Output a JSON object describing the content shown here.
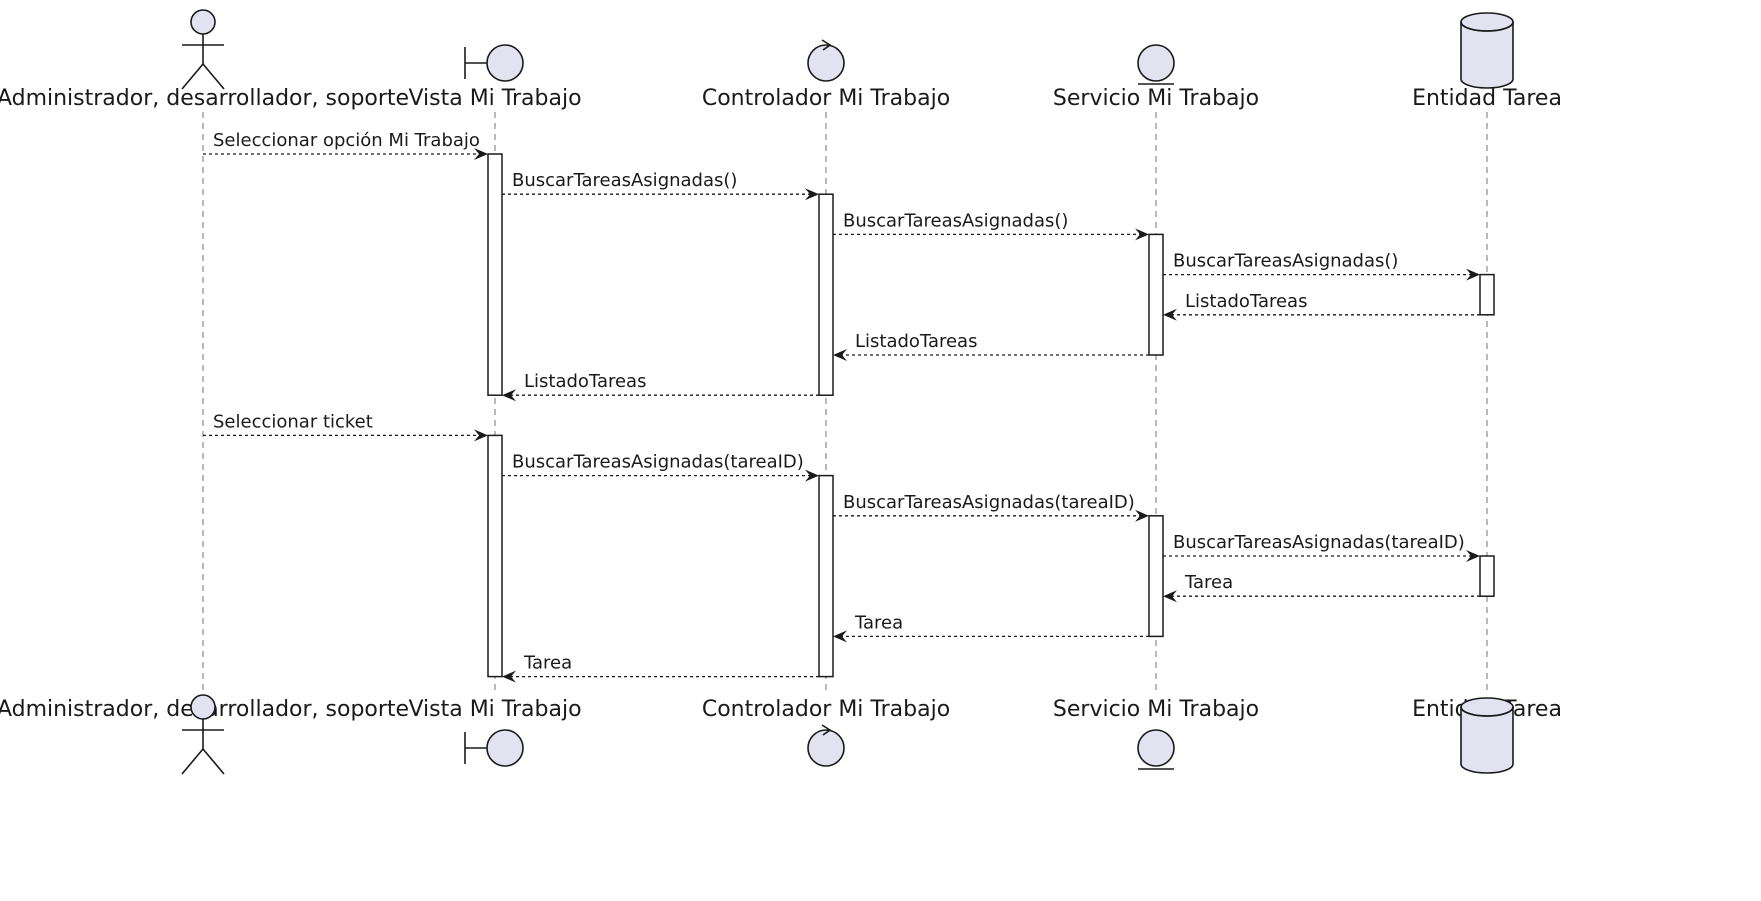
{
  "participants": [
    {
      "id": "actor",
      "label": "Administrador, desarrollador, soporte",
      "kind": "actor"
    },
    {
      "id": "vista",
      "label": "Vista Mi Trabajo",
      "kind": "boundary"
    },
    {
      "id": "controlador",
      "label": "Controlador Mi Trabajo",
      "kind": "control"
    },
    {
      "id": "servicio",
      "label": "Servicio Mi Trabajo",
      "kind": "entity"
    },
    {
      "id": "entidad",
      "label": "Entidad Tarea",
      "kind": "database"
    }
  ],
  "messages": [
    {
      "from": "actor",
      "to": "vista",
      "label": "Seleccionar opción Mi Trabajo",
      "kind": "call"
    },
    {
      "from": "vista",
      "to": "controlador",
      "label": "BuscarTareasAsignadas()",
      "kind": "call"
    },
    {
      "from": "controlador",
      "to": "servicio",
      "label": "BuscarTareasAsignadas()",
      "kind": "call"
    },
    {
      "from": "servicio",
      "to": "entidad",
      "label": "BuscarTareasAsignadas()",
      "kind": "call"
    },
    {
      "from": "entidad",
      "to": "servicio",
      "label": "ListadoTareas",
      "kind": "return"
    },
    {
      "from": "servicio",
      "to": "controlador",
      "label": "ListadoTareas",
      "kind": "return"
    },
    {
      "from": "controlador",
      "to": "vista",
      "label": "ListadoTareas",
      "kind": "return"
    },
    {
      "from": "actor",
      "to": "vista",
      "label": "Seleccionar ticket",
      "kind": "call"
    },
    {
      "from": "vista",
      "to": "controlador",
      "label": "BuscarTareasAsignadas(tareaID)",
      "kind": "call"
    },
    {
      "from": "controlador",
      "to": "servicio",
      "label": "BuscarTareasAsignadas(tareaID)",
      "kind": "call"
    },
    {
      "from": "servicio",
      "to": "entidad",
      "label": "BuscarTareasAsignadas(tareaID)",
      "kind": "call"
    },
    {
      "from": "entidad",
      "to": "servicio",
      "label": "Tarea",
      "kind": "return"
    },
    {
      "from": "servicio",
      "to": "controlador",
      "label": "Tarea",
      "kind": "return"
    },
    {
      "from": "controlador",
      "to": "vista",
      "label": "Tarea",
      "kind": "return"
    }
  ],
  "activations": [
    {
      "participant": "vista",
      "from_message": 0,
      "to_message": 6
    },
    {
      "participant": "controlador",
      "from_message": 1,
      "to_message": 6
    },
    {
      "participant": "servicio",
      "from_message": 2,
      "to_message": 5
    },
    {
      "participant": "entidad",
      "from_message": 3,
      "to_message": 4
    },
    {
      "participant": "vista",
      "from_message": 7,
      "to_message": 13
    },
    {
      "participant": "controlador",
      "from_message": 8,
      "to_message": 13
    },
    {
      "participant": "servicio",
      "from_message": 9,
      "to_message": 12
    },
    {
      "participant": "entidad",
      "from_message": 10,
      "to_message": 11
    }
  ]
}
